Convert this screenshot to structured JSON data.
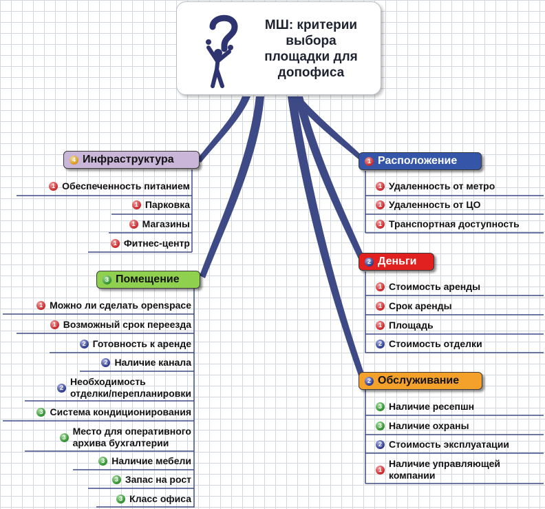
{
  "central": {
    "title": "МШ: критерии\nвыбора\nплощадки для\nдопофиса"
  },
  "colors": {
    "infra": "#c9b6d9",
    "room": "#8fd14f",
    "location": "#3556a8",
    "money": "#e0211f",
    "service": "#f4a12b",
    "connector": "#3d4a86"
  },
  "infrastructure": {
    "label": "Инфраструктура",
    "priority": "4",
    "items": [
      {
        "label": "Обеспеченность питанием",
        "priority": "1"
      },
      {
        "label": "Парковка",
        "priority": "1"
      },
      {
        "label": "Магазины",
        "priority": "1"
      },
      {
        "label": "Фитнес-центр",
        "priority": "1"
      }
    ]
  },
  "room": {
    "label": "Помещение",
    "priority": "3",
    "items": [
      {
        "label": "Можно ли сделать openspace",
        "priority": "1"
      },
      {
        "label": "Возможный срок переезда",
        "priority": "1"
      },
      {
        "label": "Готовность к аренде",
        "priority": "2"
      },
      {
        "label": "Наличие канала",
        "priority": "2"
      },
      {
        "label": "Необходимость\nотделки/перепланировки",
        "priority": "2"
      },
      {
        "label": "Система кондиционирования",
        "priority": "3"
      },
      {
        "label": "Место для оперативного\nархива бухгалтерии",
        "priority": "3"
      },
      {
        "label": "Наличие мебели",
        "priority": "3"
      },
      {
        "label": "Запас на рост",
        "priority": "3"
      },
      {
        "label": "Класс офиса",
        "priority": "3"
      }
    ]
  },
  "location": {
    "label": "Расположение",
    "priority": "1",
    "items": [
      {
        "label": "Удаленность от метро",
        "priority": "1"
      },
      {
        "label": "Удаленность от ЦО",
        "priority": "1"
      },
      {
        "label": "Транспортная доступность",
        "priority": "1"
      }
    ]
  },
  "money": {
    "label": "Деньги",
    "priority": "2",
    "items": [
      {
        "label": "Стоимость аренды",
        "priority": "1"
      },
      {
        "label": "Срок аренды",
        "priority": "1"
      },
      {
        "label": "Площадь",
        "priority": "1"
      },
      {
        "label": "Стоимость отделки",
        "priority": "2"
      }
    ]
  },
  "service": {
    "label": "Обслуживание",
    "priority": "2",
    "items": [
      {
        "label": "Наличие ресепшн",
        "priority": "3"
      },
      {
        "label": "Наличие охраны",
        "priority": "3"
      },
      {
        "label": "Стоимость эксплуатации",
        "priority": "2"
      },
      {
        "label": "Наличие управляющей\nкомпании",
        "priority": "1"
      }
    ]
  }
}
